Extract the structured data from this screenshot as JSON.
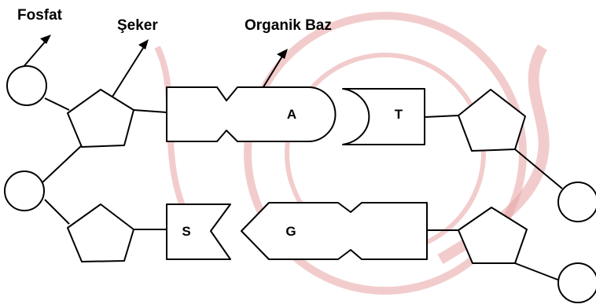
{
  "labels": {
    "phosphate": "Fosfat",
    "sugar": "Şeker",
    "organic_base": "Organik Baz"
  },
  "bases": {
    "top_left": "A",
    "top_right": "T",
    "bottom_left": "S",
    "bottom_right": "G"
  },
  "colors": {
    "stroke": "#000000",
    "watermark": "#e8a3a3"
  }
}
